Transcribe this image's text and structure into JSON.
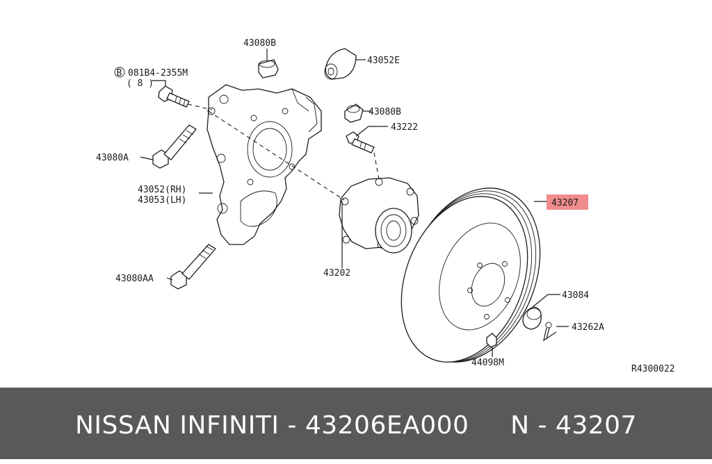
{
  "labels": {
    "bolt_spec": "081B4-2355M",
    "bolt_qty": "( 8 )",
    "bolt_circle_letter": "B",
    "bushing_43080B_top": "43080B",
    "bushing_43052E": "43052E",
    "bushing_43080B_mid": "43080B",
    "stud_43222": "43222",
    "bolt_43080A": "43080A",
    "knuckle_rh": "43052(RH)",
    "knuckle_lh": "43053(LH)",
    "hub_43202": "43202",
    "rotor_43207": "43207",
    "bolt_43080AA": "43080AA",
    "cap_43084": "43084",
    "pin_43262A": "43262A",
    "nut_44098M": "44098M",
    "figure_ref": "R4300022"
  },
  "highlight_color": "#f08c8c",
  "footer": {
    "text": "NISSAN INFINITI - 43206EA000     N - 43207",
    "background": "#595959"
  }
}
